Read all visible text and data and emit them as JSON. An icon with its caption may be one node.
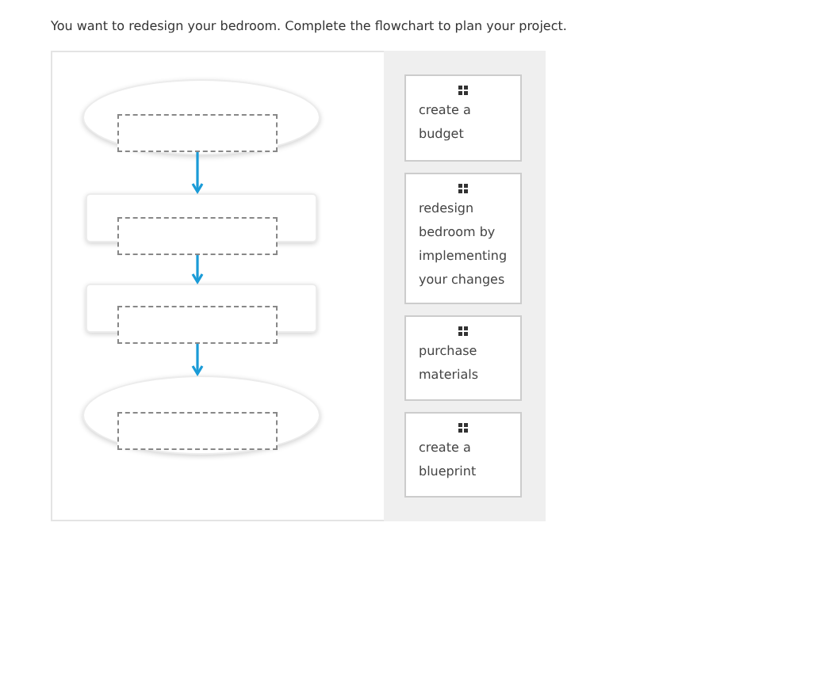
{
  "diagram": {
    "title": "You want to redesign your bedroom. Complete the flowchart to plan your project.",
    "nodes": [
      {
        "text": [],
        "shape": "ellipse"
      },
      {
        "text": [],
        "shape": "box",
        "in": 0
      },
      {
        "text": [],
        "shape": "box"
      },
      {
        "text": [],
        "shape": "box"
      },
      {
        "text": [],
        "shape": "box"
      },
      {
        "text": [],
        "shape": "box"
      },
      {
        "text": [],
        "shape": "ellipse"
      },
      {
        "text": [],
        "shape": "box",
        "in": 6
      },
      {
        "text": [
          "create a budget"
        ]
      },
      {
        "text": [
          "redesign bedroom by implementing your changes"
        ]
      },
      {
        "text": [
          "purchase materials"
        ]
      },
      {
        "text": [
          "create a blueprint"
        ]
      }
    ],
    "edges": [
      {
        "from": 1,
        "to": 2,
        "arrow": "to"
      },
      {
        "from": 3,
        "to": 4,
        "arrow": "to"
      },
      {
        "from": 5,
        "to": 6,
        "arrow": "to"
      }
    ]
  }
}
